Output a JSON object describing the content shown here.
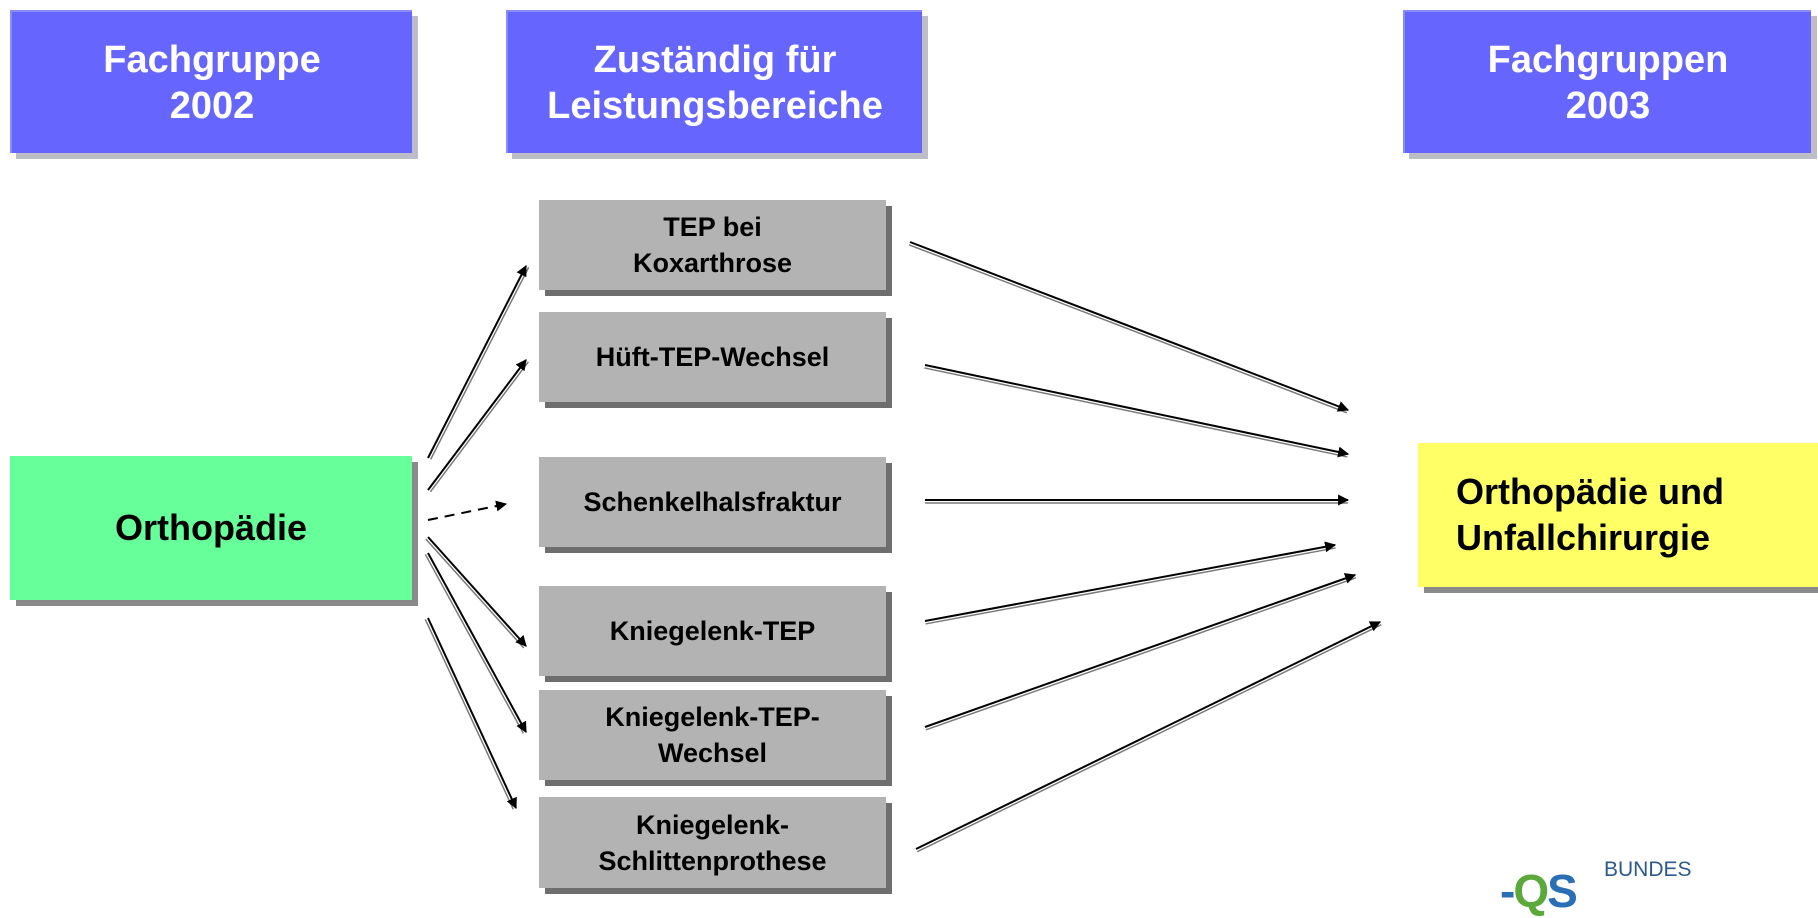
{
  "headers": {
    "left": "Fachgruppe\n2002",
    "middle": "Zuständig für\nLeistungsbereiche",
    "right": "Fachgruppen\n2003"
  },
  "source": {
    "label": "Orthopädie"
  },
  "target": {
    "label": "Orthopädie und\nUnfallchirurgie"
  },
  "areas": [
    {
      "label": "TEP bei\nKoxarthrose"
    },
    {
      "label": "Hüft-TEP-Wechsel"
    },
    {
      "label": "Schenkelhalsfraktur"
    },
    {
      "label": "Kniegelenk-TEP"
    },
    {
      "label": "Kniegelenk-TEP-\nWechsel"
    },
    {
      "label": "Kniegelenk-\nSchlittenprothese"
    }
  ],
  "links_in": [
    {
      "area": 0,
      "style": "solid"
    },
    {
      "area": 1,
      "style": "solid"
    },
    {
      "area": 2,
      "style": "dashed"
    },
    {
      "area": 3,
      "style": "solid"
    },
    {
      "area": 4,
      "style": "solid"
    },
    {
      "area": 5,
      "style": "solid"
    }
  ],
  "links_out": [
    {
      "area": 0,
      "style": "solid"
    },
    {
      "area": 1,
      "style": "solid"
    },
    {
      "area": 2,
      "style": "solid"
    },
    {
      "area": 3,
      "style": "solid"
    },
    {
      "area": 4,
      "style": "solid"
    },
    {
      "area": 5,
      "style": "solid"
    }
  ],
  "logo": {
    "icon": "bqs-logo-icon",
    "text": "BUNDES"
  },
  "colors": {
    "header": "#6666ff",
    "area": "#b3b3b3",
    "source": "#66ff99",
    "target": "#ffff66"
  }
}
